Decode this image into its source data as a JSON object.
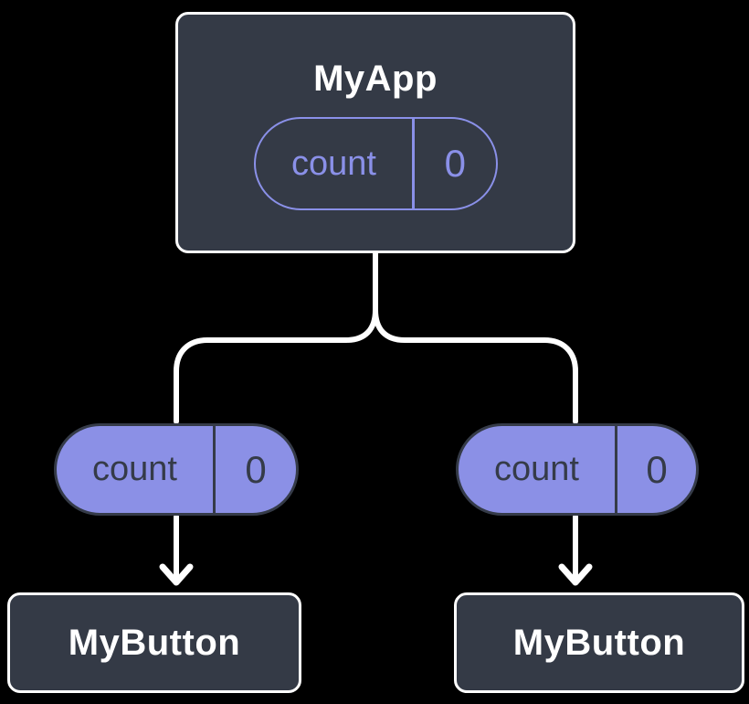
{
  "root_node": {
    "label": "MyApp",
    "state_pill": {
      "key": "count",
      "value": "0"
    }
  },
  "left_pill": {
    "key": "count",
    "value": "0"
  },
  "right_pill": {
    "key": "count",
    "value": "0"
  },
  "left_child_node": {
    "label": "MyButton"
  },
  "right_child_node": {
    "label": "MyButton"
  },
  "colors": {
    "background": "#000000",
    "node_fill": "#343A46",
    "node_border": "#FFFFFF",
    "node_text": "#FFFFFF",
    "pill_fill": "#8B90E6",
    "pill_outline": "#8A90E8",
    "pill_dark_text": "#353B48",
    "connector": "#FFFFFF"
  }
}
